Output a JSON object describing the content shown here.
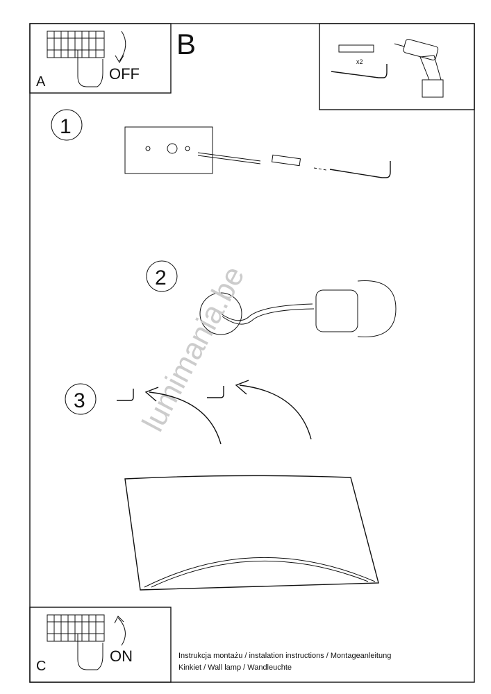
{
  "steps": {
    "a_label": "A",
    "a_action": "OFF",
    "b_label": "B",
    "c_label": "C",
    "c_action": "ON",
    "step1": "1",
    "step2": "2",
    "step3": "3"
  },
  "tools": {
    "quantity": "x2"
  },
  "watermark": "lumimania.be",
  "footer": {
    "line1": "Instrukcja montażu / instalation instructions / Montageanleitung",
    "line2": "Kinkiet / Wall lamp / Wandleuchte"
  }
}
